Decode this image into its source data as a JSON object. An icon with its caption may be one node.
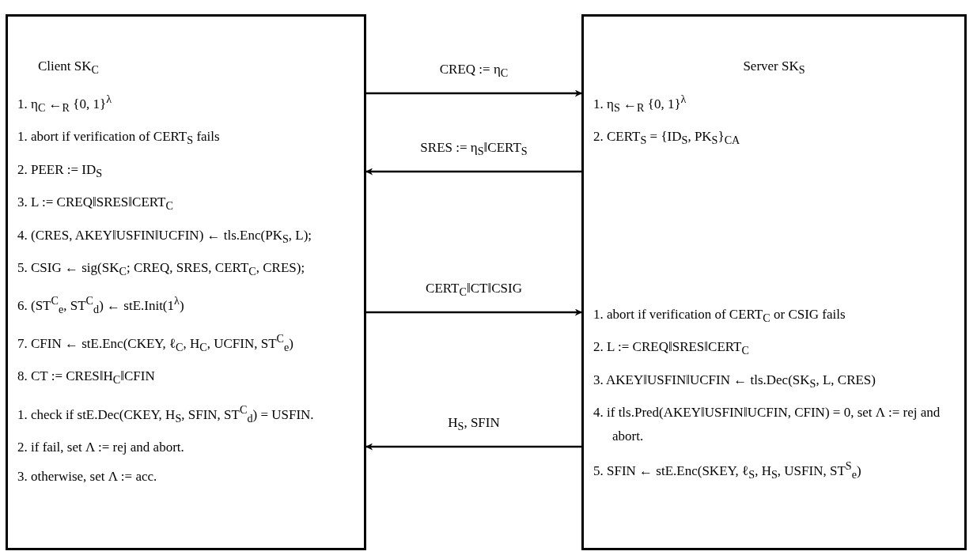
{
  "diagram": {
    "nodes": [
      {
        "text": [
          "Client SK$_{C}$",
          "1. η$_{C}$ ←$_{R}$ {0, 1}$^{λ}$",
          "1. abort if verification of CERT$_{S}$ fails",
          "2. PEER := ID$_{S}$",
          "3. L := CREQ‖SRES‖CERT$_{C}$",
          "4. (CRES, AKEY‖USFIN‖UCFIN) ← tls.Enc(PK$_{S}$, L);",
          "5. CSIG ← sig(SK$_{C}$; CREQ, SRES, CERT$_{C}$, CRES);",
          "6. (ST$^{C}$$_{e}$, ST$^{C}$$_{d}$) ← stE.Init(1$^{λ}$)",
          "7. CFIN ← stE.Enc(CKEY, ℓ$_{C}$, H$_{C}$, UCFIN, ST$^{C}$$_{e}$)",
          "8. CT := CRES‖H$_{C}$‖CFIN",
          "1. check if stE.Dec(CKEY, H$_{S}$, SFIN, ST$^{C}$$_{d}$) = USFIN.",
          "2. if fail, set Λ := rej and abort.",
          "3. otherwise, set Λ := acc."
        ]
      },
      {
        "text": [
          "Server SK$_{S}$",
          "1. η$_{S}$ ←$_{R}$ {0, 1}$^{λ}$",
          "2. CERT$_{S}$ = {ID$_{S}$, PK$_{S}$}$_{CA}$",
          "1. abort if verification of CERT$_{C}$ or CSIG fails",
          "2. L := CREQ‖SRES‖CERT$_{C}$",
          "3. AKEY‖USFIN‖UCFIN ← tls.Dec(SK$_{S}$, L, CRES)",
          "4. if tls.Pred(AKEY‖USFIN‖UCFIN, CFIN) = 0, set Λ := rej and abort.",
          "5. SFIN ← stE.Enc(SKEY, ℓ$_{S}$, H$_{S}$, USFIN, ST$^{S}$$_{e}$)"
        ]
      }
    ],
    "edges": [
      {
        "from": 0,
        "to": 1,
        "arrow": "to",
        "label": "CREQ := η$_{C}$"
      },
      {
        "from": 1,
        "to": 0,
        "arrow": "to",
        "label": "SRES := η$_{S}$‖CERT$_{S}$"
      },
      {
        "from": 0,
        "to": 1,
        "arrow": "to",
        "label": "CERT$_{C}$‖CT‖CSIG"
      },
      {
        "from": 1,
        "to": 0,
        "arrow": "to",
        "label": "H$_{S}$, SFIN"
      }
    ]
  }
}
